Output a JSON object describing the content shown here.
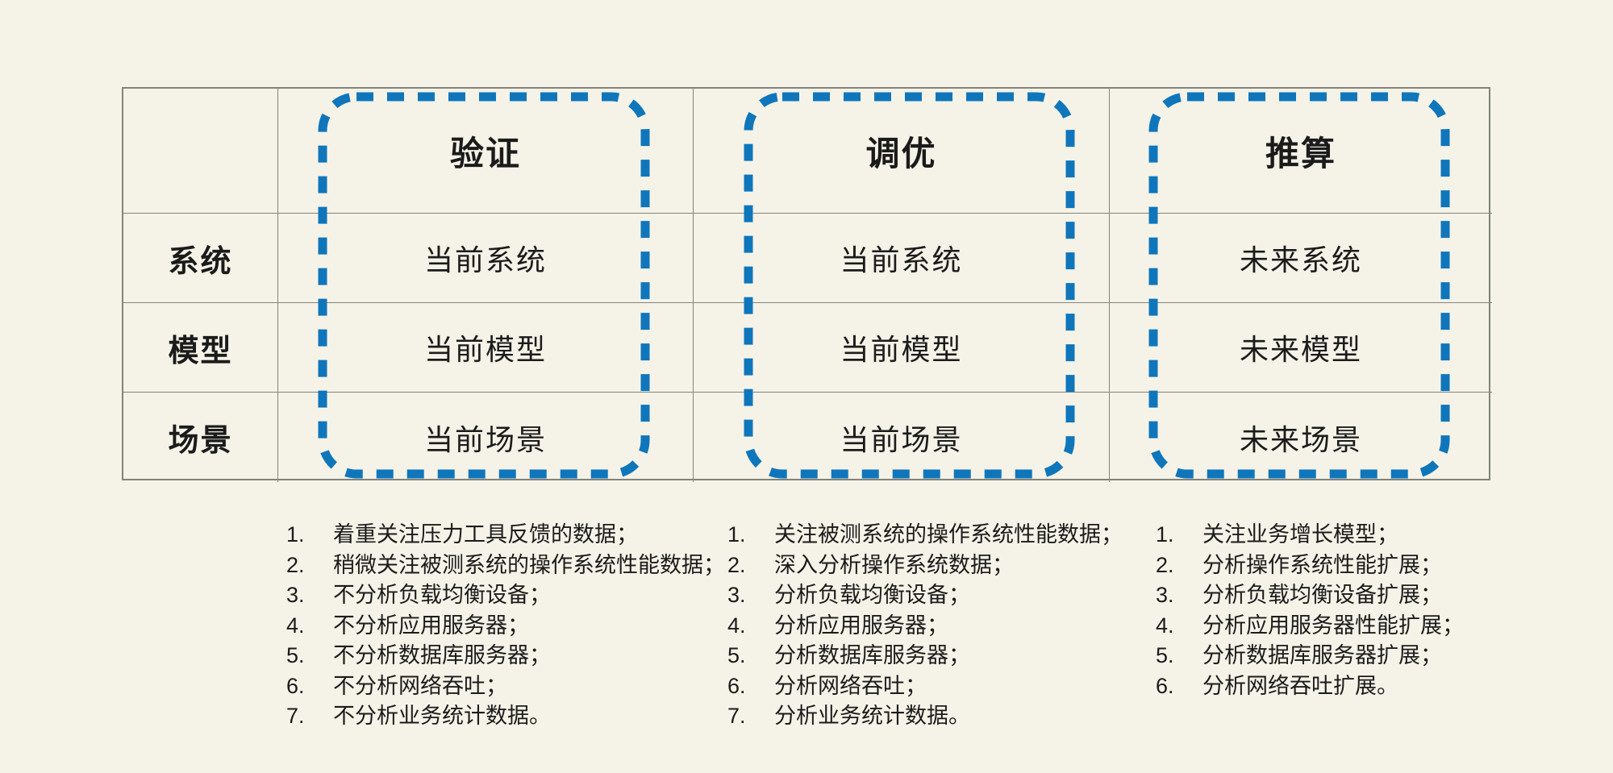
{
  "colors": {
    "background": "#f5f3e7",
    "accent_blue": "#0f76bb",
    "grid_line": "#83837c",
    "text": "#1b1b1b"
  },
  "table": {
    "row_headers": [
      "系统",
      "模型",
      "场景"
    ],
    "columns": [
      {
        "header": "验证",
        "cells": [
          "当前系统",
          "当前模型",
          "当前场景"
        ]
      },
      {
        "header": "调优",
        "cells": [
          "当前系统",
          "当前模型",
          "当前场景"
        ]
      },
      {
        "header": "推算",
        "cells": [
          "未来系统",
          "未来模型",
          "未来场景"
        ]
      }
    ]
  },
  "notes": [
    {
      "items": [
        "着重关注压力工具反馈的数据；",
        "稍微关注被测系统的操作系统性能数据；",
        "不分析负载均衡设备；",
        "不分析应用服务器；",
        "不分析数据库服务器；",
        "不分析网络吞吐；",
        "不分析业务统计数据。"
      ]
    },
    {
      "items": [
        "关注被测系统的操作系统性能数据；",
        "深入分析操作系统数据；",
        "分析负载均衡设备；",
        "分析应用服务器；",
        "分析数据库服务器；",
        "分析网络吞吐；",
        "分析业务统计数据。"
      ]
    },
    {
      "items": [
        "关注业务增长模型；",
        "分析操作系统性能扩展；",
        "分析负载均衡设备扩展；",
        "分析应用服务器性能扩展；",
        "分析数据库服务器扩展；",
        "分析网络吞吐扩展。"
      ]
    }
  ]
}
